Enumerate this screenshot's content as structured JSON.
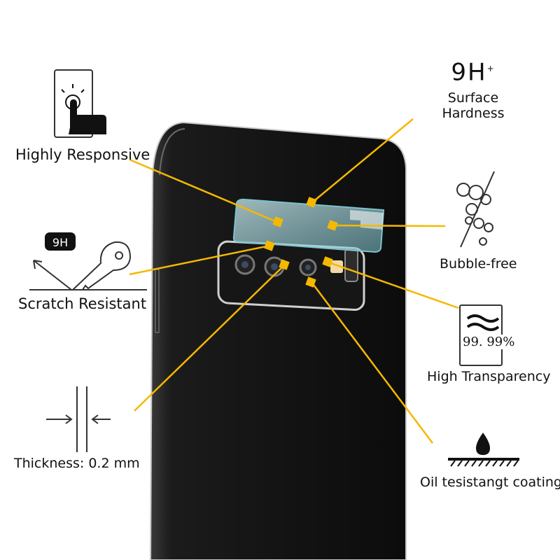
{
  "features": {
    "hardness_top": {
      "big": "9H",
      "sup": "+",
      "line1": "Surface",
      "line2": "Hardness"
    },
    "responsive": {
      "label": "Highly Responsive"
    },
    "scratch": {
      "badge": "9H",
      "label": "Scratch Resistant"
    },
    "bubble": {
      "label": "Bubble-free"
    },
    "transparency": {
      "value": "99. 99%",
      "label": "High Transparency"
    },
    "thickness": {
      "label": "Thickness: 0.2 mm"
    },
    "oil": {
      "label": "Oil tesistangt coating"
    }
  },
  "colors": {
    "accent": "#f5b800",
    "phone_body": "#111111",
    "glass": "#9fd8e0"
  },
  "icons": [
    "touch-icon",
    "key-icon",
    "bubbles-icon",
    "transparency-card-icon",
    "thickness-arrows-icon",
    "water-drop-icon"
  ]
}
